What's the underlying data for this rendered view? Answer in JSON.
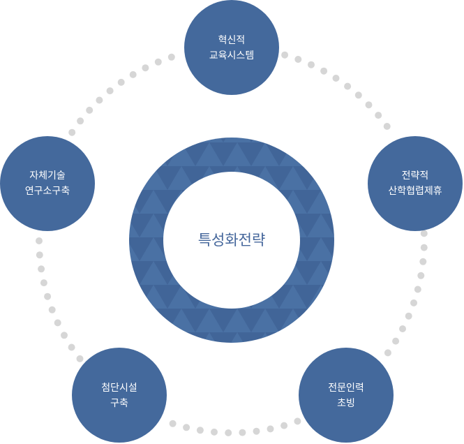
{
  "colors": {
    "node": "#44699c",
    "ring": "#44699c",
    "center_text": "#44669b",
    "dots": "#d6d6d6",
    "background": "#ffffff"
  },
  "center": {
    "label": "특성화전략"
  },
  "nodes": [
    {
      "id": "innovative-education",
      "lines": [
        "혁신적",
        "교육시스템"
      ]
    },
    {
      "id": "strategic-industry",
      "lines": [
        "전략적",
        "산학협렵제휴"
      ]
    },
    {
      "id": "expert-talent",
      "lines": [
        "전문인력",
        "초빙"
      ]
    },
    {
      "id": "advanced-facility",
      "lines": [
        "첨단시설",
        "구축"
      ]
    },
    {
      "id": "own-tech-lab",
      "lines": [
        "자체기술",
        "연구소구축"
      ]
    }
  ]
}
